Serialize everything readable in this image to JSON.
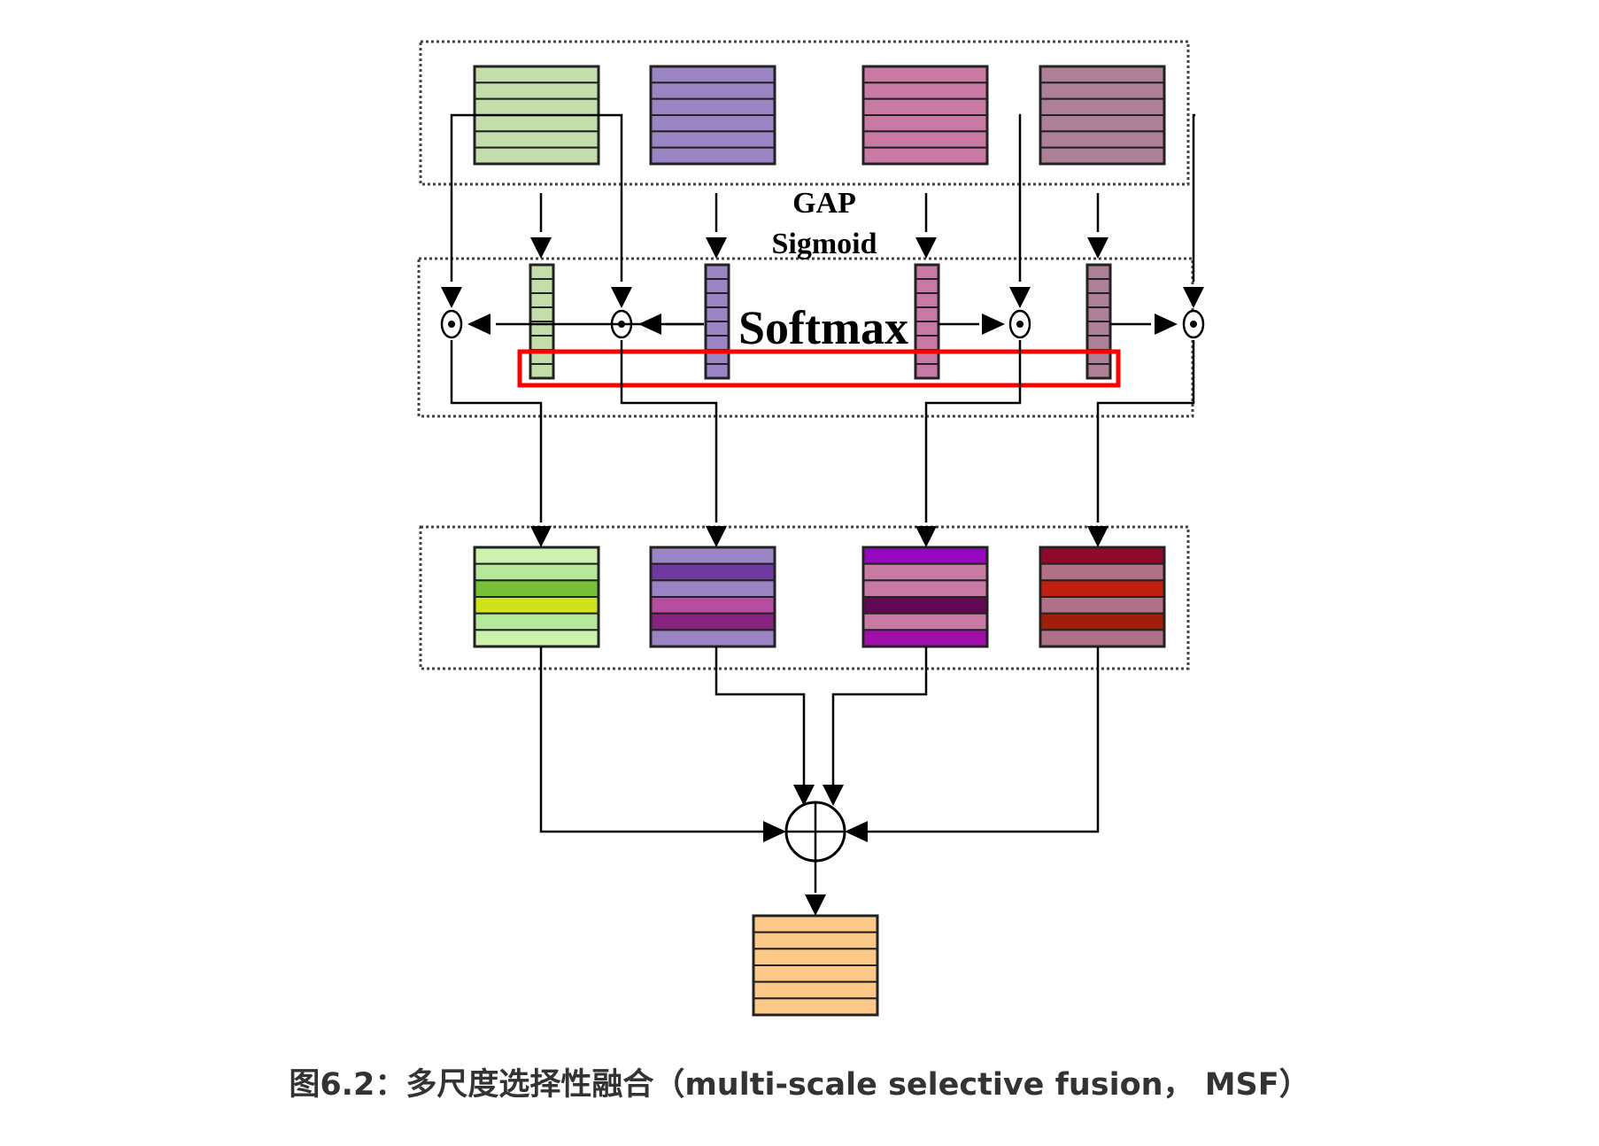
{
  "labels": {
    "gap": "GAP",
    "sigmoid": "Sigmoid",
    "softmax": "Softmax"
  },
  "caption": "图6.2：多尺度选择性融合（multi-scale selective fusion， MSF）",
  "colors": {
    "input": [
      "#c4deab",
      "#9b84c4",
      "#c87aa4",
      "#ad8098"
    ],
    "out0": [
      "#cdf2b0",
      "#b4e89a",
      "#78c038",
      "#d0e21a",
      "#b4e89a",
      "#cdf2b0"
    ],
    "out1": [
      "#9b84c4",
      "#6e3aa2",
      "#9b84c4",
      "#b64da0",
      "#86237e",
      "#9b84c4"
    ],
    "out2": [
      "#9508c0",
      "#c87aa4",
      "#c87aa4",
      "#610852",
      "#c87aa4",
      "#a00fa8"
    ],
    "out3": [
      "#90082a",
      "#b07088",
      "#c02010",
      "#b07088",
      "#a01e0a",
      "#b07088"
    ],
    "result": "#fcc988",
    "highlight": "#ff0000"
  }
}
